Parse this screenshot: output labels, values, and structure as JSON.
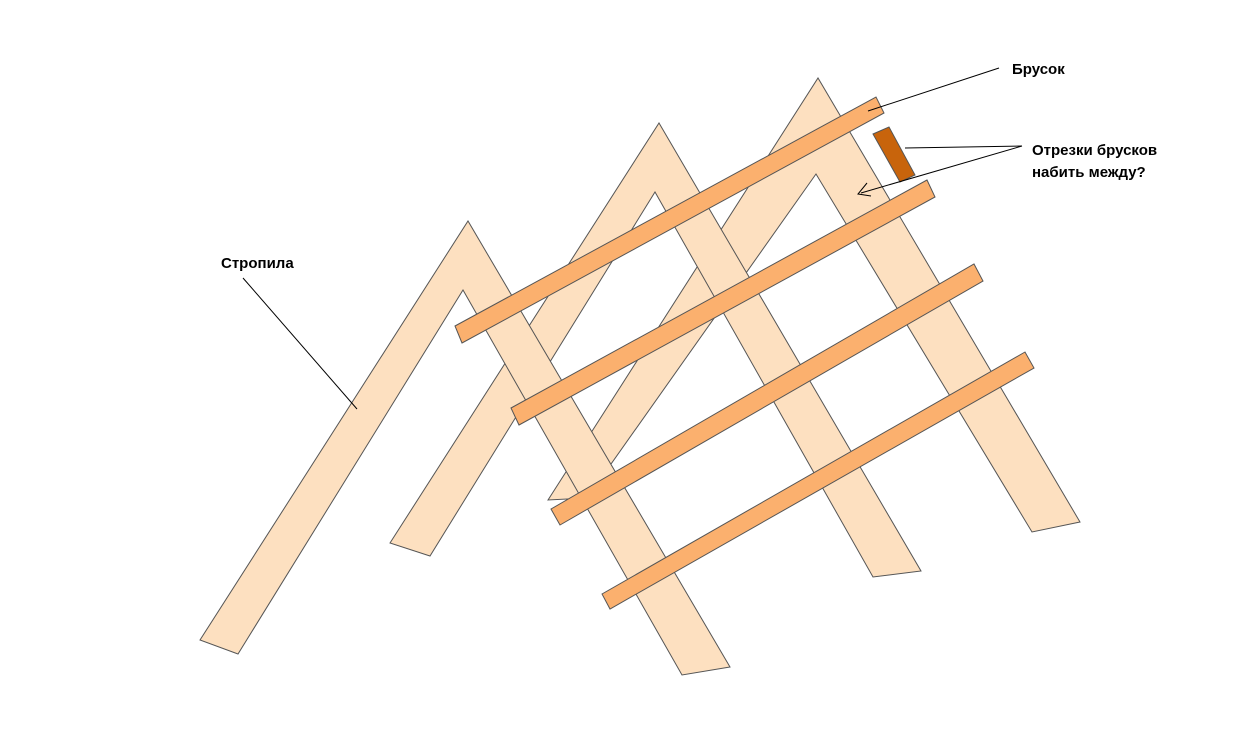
{
  "labels": {
    "bar": "Брусок",
    "rafters": "Стропила",
    "pieces_line1": "Отрезки брусков",
    "pieces_line2": "набить между?"
  },
  "colors": {
    "rafter": "#fde0c0",
    "batten": "#fbb06e",
    "piece": "#c8640c",
    "outline": "#555555"
  }
}
